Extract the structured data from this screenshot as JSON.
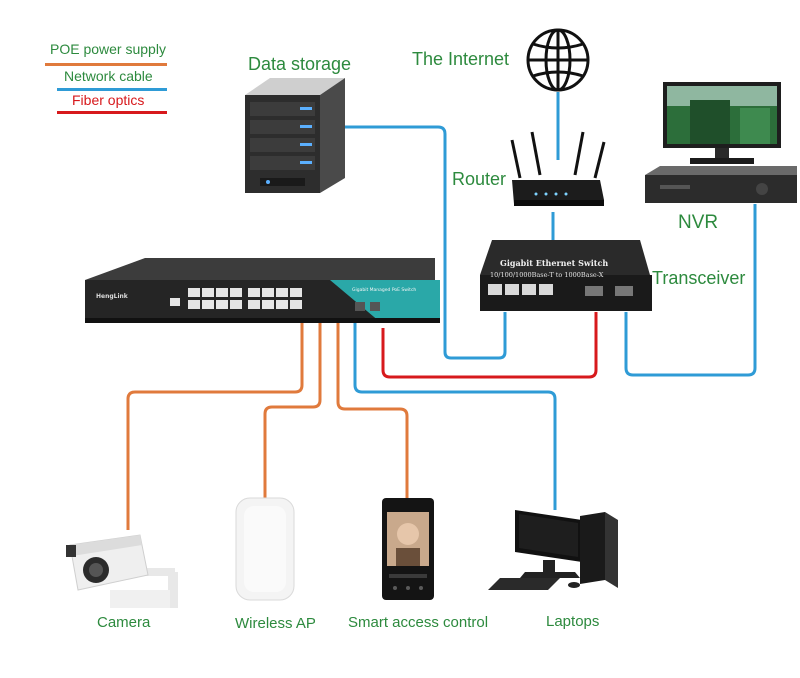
{
  "legend": [
    {
      "label": "POE power supply",
      "color": "#e07a3c"
    },
    {
      "label": "Network cable",
      "color": "#2f9bd6"
    },
    {
      "label": "Fiber optics",
      "color": "#d7191c"
    }
  ],
  "nodes": {
    "data_storage": "Data storage",
    "internet": "The Internet",
    "router": "Router",
    "nvr": "NVR",
    "transceiver": "Transceiver",
    "camera": "Camera",
    "wireless_ap": "Wireless AP",
    "smart_access": "Smart access control",
    "laptops": "Laptops"
  },
  "switch": {
    "brand": "HengLink",
    "model": "Gigabit Managed PoE Switch"
  },
  "transceiver_panel": {
    "line1": "Gigabit Ethernet Switch",
    "line2": "10/100/1000Base-T to 1000Base-X"
  },
  "colors": {
    "poe": "#e07a3c",
    "network": "#2f9bd6",
    "fiber": "#d7191c",
    "label_green": "#2d8a3e"
  }
}
